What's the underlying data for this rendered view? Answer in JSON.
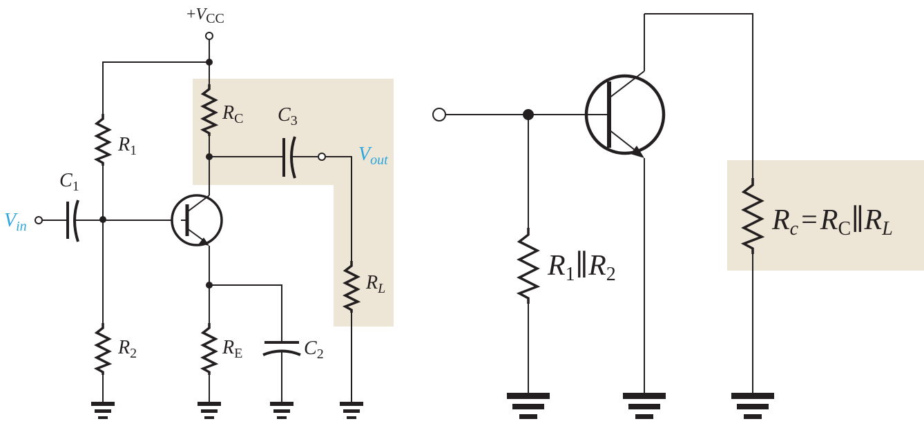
{
  "colors": {
    "wire": "#231f20",
    "highlight": "#ede6d6",
    "signal_label": "#2aa6df",
    "background": "#ffffff"
  },
  "left_circuit": {
    "supply": {
      "sign": "+",
      "main": "V",
      "sub": "CC"
    },
    "r1": {
      "main": "R",
      "sub": "1"
    },
    "r2": {
      "main": "R",
      "sub": "2"
    },
    "rc": {
      "main": "R",
      "sub": "C"
    },
    "re": {
      "main": "R",
      "sub": "E"
    },
    "rl": {
      "main": "R",
      "sub": "L"
    },
    "c1": {
      "main": "C",
      "sub": "1"
    },
    "c2": {
      "main": "C",
      "sub": "2"
    },
    "c3": {
      "main": "C",
      "sub": "3"
    },
    "vin": {
      "main": "V",
      "sub": "in"
    },
    "vout": {
      "main": "V",
      "sub": "out"
    }
  },
  "right_circuit": {
    "r_bias": {
      "r1_main": "R",
      "r1_sub": "1",
      "parallel": "∥",
      "r2_main": "R",
      "r2_sub": "2"
    },
    "r_load": {
      "rc_main": "R",
      "rc_sub": "c",
      "equals": "=",
      "rC_main": "R",
      "rC_sub": "C",
      "parallel": "∥",
      "rL_main": "R",
      "rL_sub": "L"
    }
  },
  "icons": [
    "transistor-npn-icon",
    "resistor-icon",
    "capacitor-icon",
    "ground-icon",
    "terminal-icon"
  ]
}
